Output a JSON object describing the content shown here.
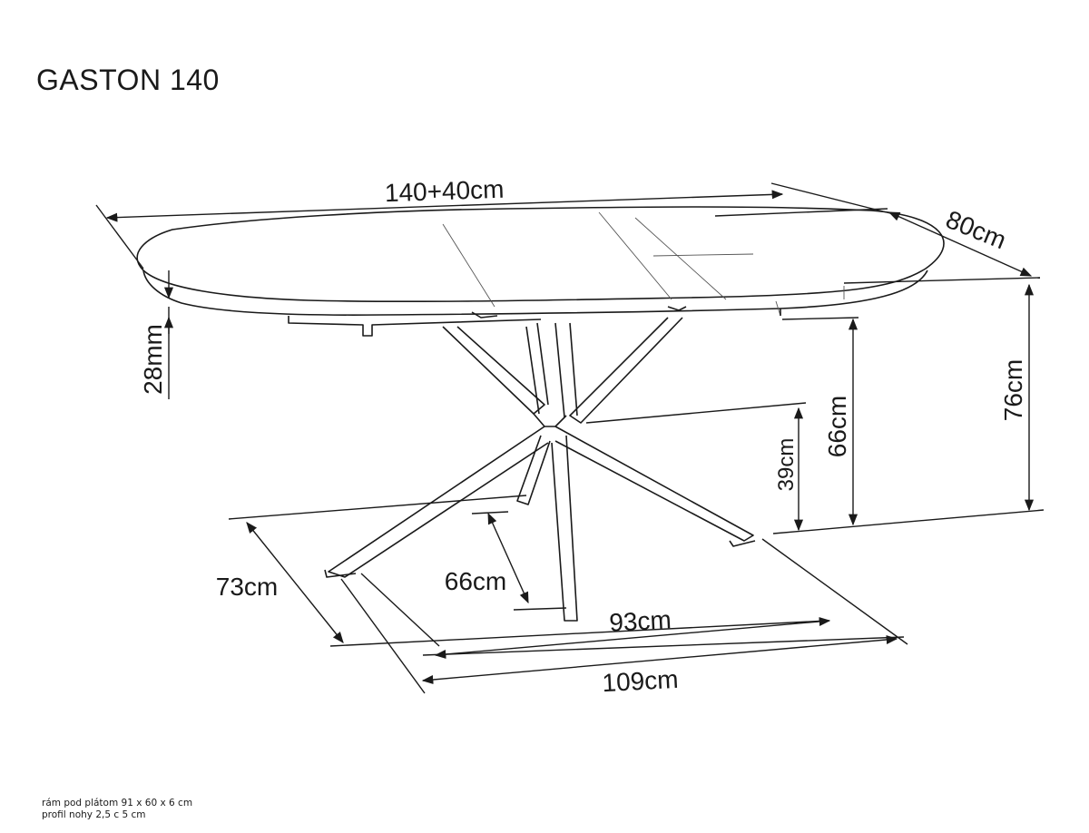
{
  "title": "GASTON 140",
  "dimensions": {
    "length": "140+40cm",
    "depth": "80cm",
    "top_thickness": "28mm",
    "total_height": "76cm",
    "frame_height": "66cm",
    "cross_height": "39cm",
    "base_depth": "73cm",
    "base_inner_depth": "66cm",
    "base_inner_width": "93cm",
    "base_width": "109cm"
  },
  "notes": [
    "rám pod plátom 91 x 60 x 6 cm",
    "profil nohy 2,5 c 5 cm"
  ]
}
